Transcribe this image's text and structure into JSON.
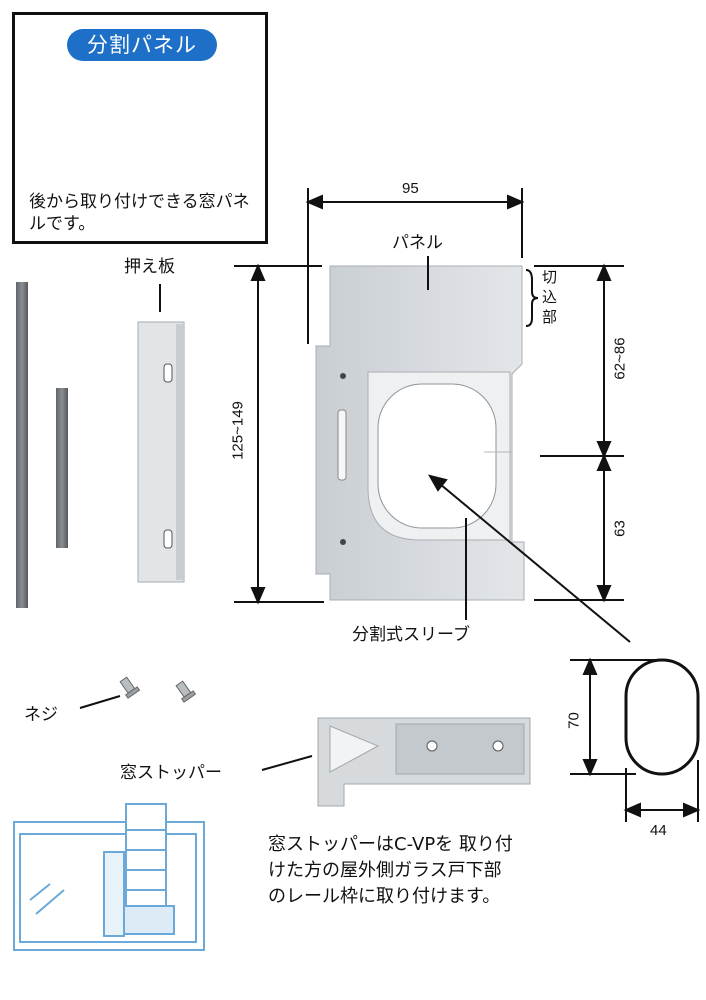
{
  "inset": {
    "badge": "分割パネル",
    "description": "後から取り付けできる窓パネルです。"
  },
  "labels": {
    "press_plate": "押え板",
    "panel": "パネル",
    "cutout_line1": "切",
    "cutout_line2": "込",
    "cutout_line3": "部",
    "sleeve": "分割式スリーブ",
    "screw": "ネジ",
    "stopper": "窓ストッパー"
  },
  "dimensions": {
    "width": "95",
    "height": "125~149",
    "upper": "62~86",
    "lower": "63",
    "hole_height": "70",
    "hole_width": "44"
  },
  "note": {
    "line1": "窓ストッパーはC-VPを 取り付",
    "line2": "けた方の屋外側ガラス戸下部",
    "line3": "のレール枠に取り付けます。"
  }
}
